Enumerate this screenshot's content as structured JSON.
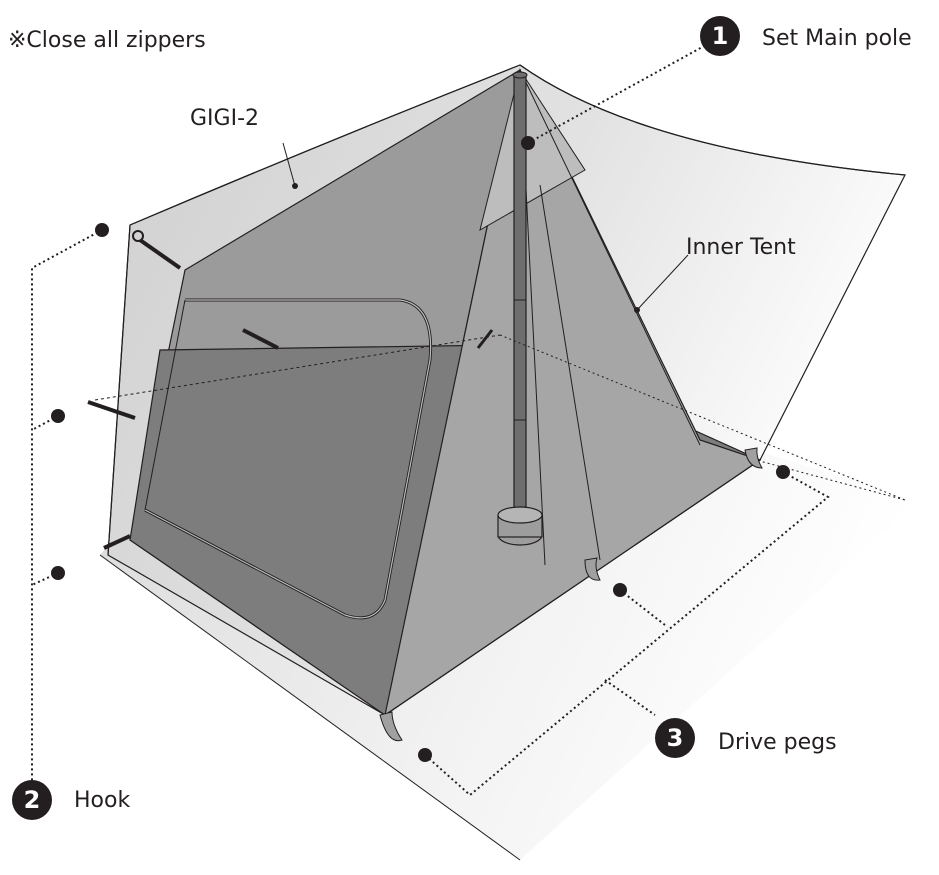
{
  "note": "※Close all zippers",
  "labels": {
    "product": "GIGI-2",
    "inner_tent": "Inner Tent"
  },
  "steps": [
    {
      "number": "1",
      "text": "Set Main pole"
    },
    {
      "number": "2",
      "text": "Hook"
    },
    {
      "number": "3",
      "text": "Drive pegs"
    }
  ],
  "colors": {
    "ink": "#231f20",
    "fly": "#d6d6d6",
    "inner": "#8f8f8f",
    "floor": "#7f7f7f",
    "ground": "#eeeeee"
  }
}
